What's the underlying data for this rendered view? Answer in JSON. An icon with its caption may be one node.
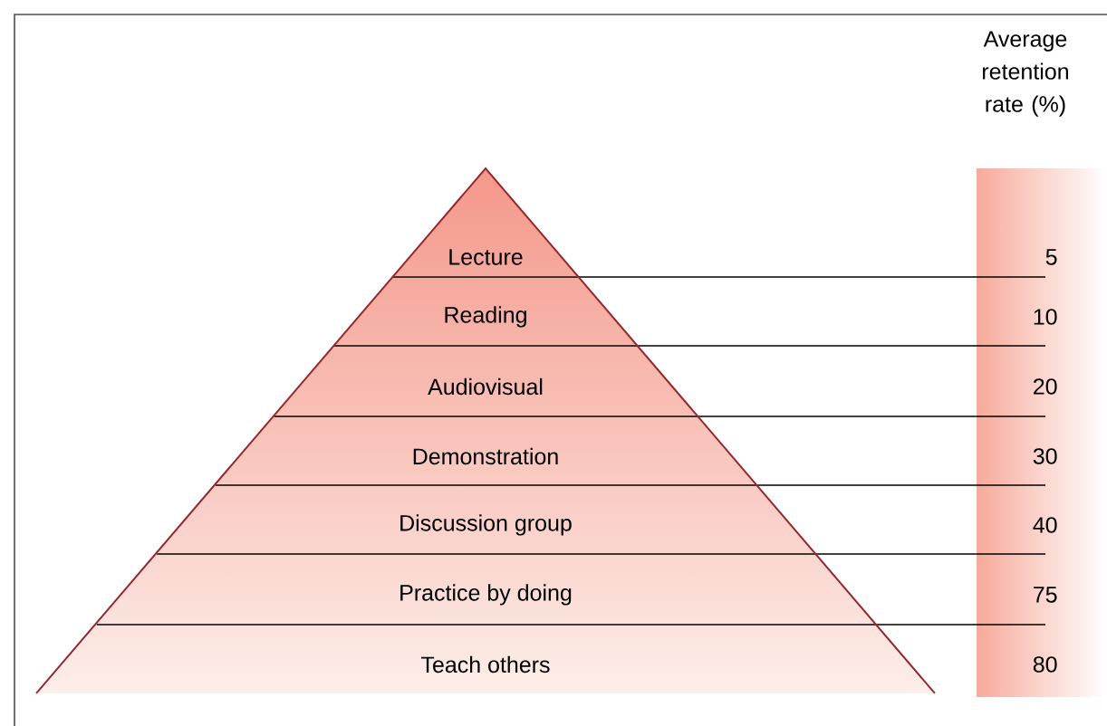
{
  "diagram": {
    "nodes": [
      {
        "text": [
          "Lecture"
        ]
      },
      {
        "text": [
          "Reading"
        ]
      },
      {
        "text": [
          "Audiovisual"
        ]
      },
      {
        "text": [
          "Demonstration"
        ]
      },
      {
        "text": [
          "Discussion group"
        ]
      },
      {
        "text": [
          "Practice by doing"
        ]
      },
      {
        "text": [
          "Teach others"
        ]
      }
    ],
    "labels": [
      "Average retention rate (%)",
      "5",
      "10",
      "20",
      "30",
      "40",
      "75",
      "80"
    ]
  }
}
